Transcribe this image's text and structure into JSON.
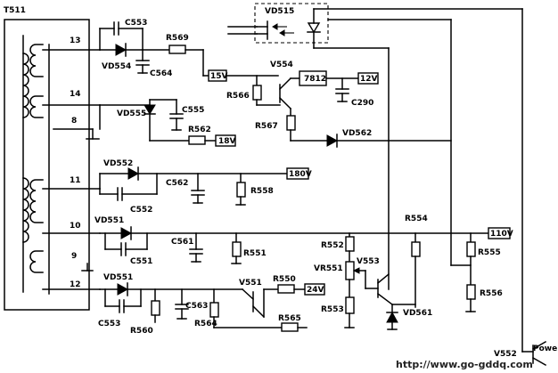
{
  "transformer": {
    "ref": "T511",
    "pins": [
      "13",
      "14",
      "8",
      "11",
      "10",
      "9",
      "12"
    ]
  },
  "labels": {
    "vd515": "VD515",
    "c553_top": "C553",
    "vd554": "VD554",
    "c564": "C564",
    "r569": "R569",
    "v554": "V554",
    "reg": "7812",
    "r566": "R566",
    "r567": "R567",
    "c290": "C290",
    "vd555": "VD555",
    "c555": "C555",
    "r562": "R562",
    "vd562": "VD562",
    "vd552": "VD552",
    "c562": "C562",
    "r558": "R558",
    "c552": "C552",
    "r554": "R554",
    "vd551_a": "VD551",
    "c561": "C561",
    "r551": "R551",
    "c551": "C551",
    "r552": "R552",
    "vr551": "VR551",
    "v553": "V553",
    "r555": "R555",
    "r556": "R556",
    "vd551_b": "VD551",
    "v551": "V551",
    "r550": "R550",
    "c563": "C563",
    "c553_bot": "C553",
    "r560": "R560",
    "r564": "R564",
    "r565": "R565",
    "r553": "R553",
    "vd561": "VD561",
    "v552": "V552",
    "power": "Power"
  },
  "voltages": {
    "v15": "15V",
    "v12": "12V",
    "v18": "18V",
    "v180": "180V",
    "v110": "110V",
    "v24": "24V"
  },
  "watermark": "http://www.go-gddq.com"
}
